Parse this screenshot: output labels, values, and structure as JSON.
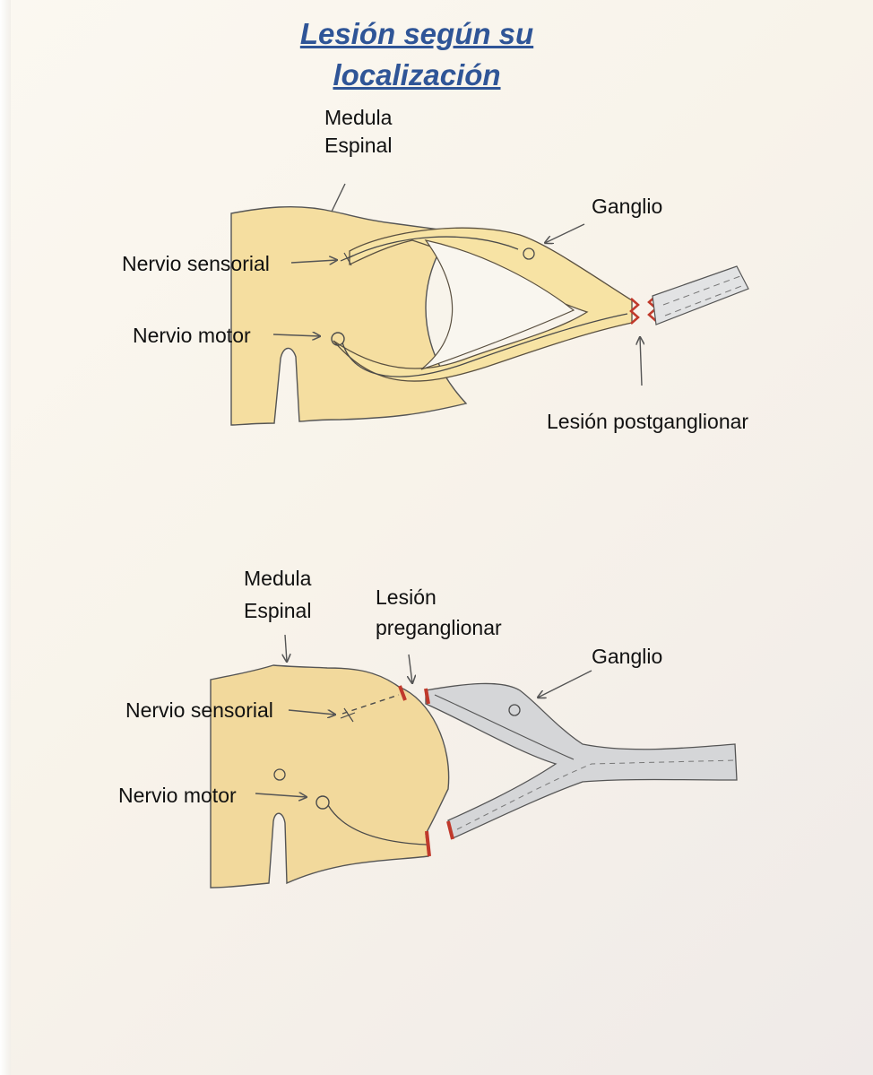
{
  "title": {
    "line1": "Lesión según su",
    "line2": "localización"
  },
  "diagram_top": {
    "medula": [
      "Medula",
      "Espinal"
    ],
    "ganglio": "Ganglio",
    "nervio_sensorial": "Nervio sensorial",
    "nervio_motor": "Nervio motor",
    "lesion": "Lesión postganglionar"
  },
  "diagram_bottom": {
    "medula": [
      "Medula",
      "Espinal"
    ],
    "lesion": [
      "Lesión",
      "preganglionar"
    ],
    "ganglio": "Ganglio",
    "nervio_sensorial": "Nervio sensorial",
    "nervio_motor": "Nervio motor"
  },
  "colors": {
    "title": "#2f5597",
    "cord": "#f5dea0",
    "nerve_top": "#f7e3a4",
    "nerve_bottom": "#d5d6d8",
    "lesion": "#c0392b",
    "pencil": "#4a4a4a"
  }
}
